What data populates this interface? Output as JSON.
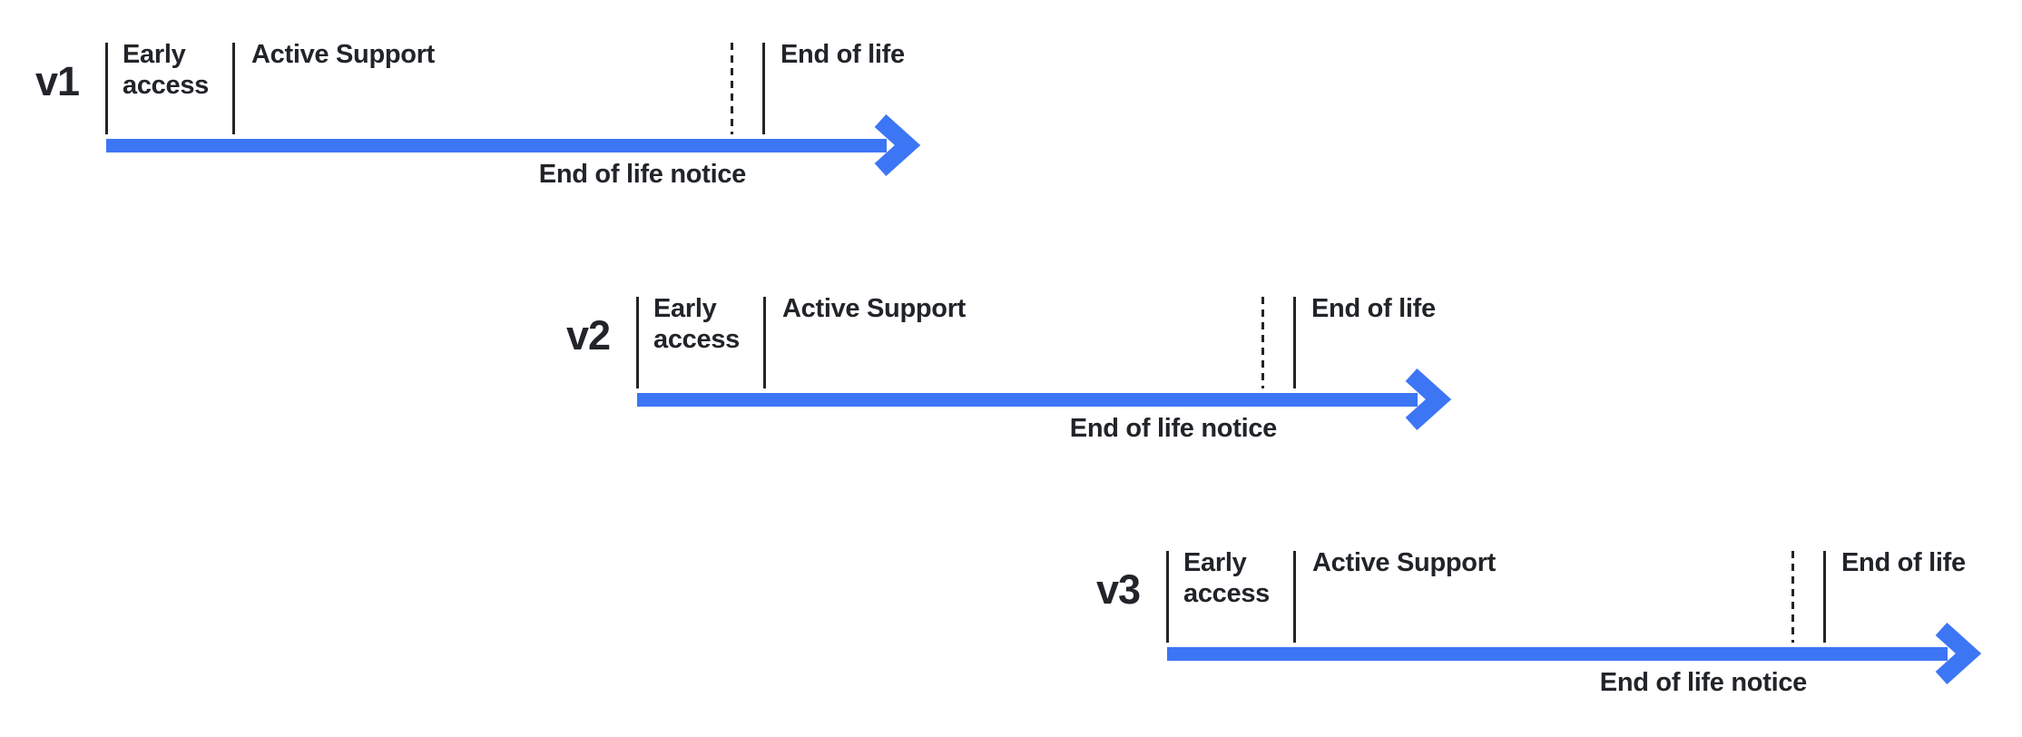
{
  "diagram": {
    "type": "release-lifecycle-timelines",
    "colors": {
      "arrow_blue": "#3D76F5",
      "ink": "#212428"
    },
    "icons": {
      "arrow_head": "chevron-right-icon"
    },
    "timelines": [
      {
        "version": "v1",
        "phases": {
          "early_access": "Early access",
          "active_support": "Active Support",
          "end_of_life": "End of life"
        },
        "annotation": "End of life notice"
      },
      {
        "version": "v2",
        "phases": {
          "early_access": "Early access",
          "active_support": "Active Support",
          "end_of_life": "End of life"
        },
        "annotation": "End of life notice"
      },
      {
        "version": "v3",
        "phases": {
          "early_access": "Early access",
          "active_support": "Active Support",
          "end_of_life": "End of life"
        },
        "annotation": "End of life notice"
      }
    ]
  }
}
